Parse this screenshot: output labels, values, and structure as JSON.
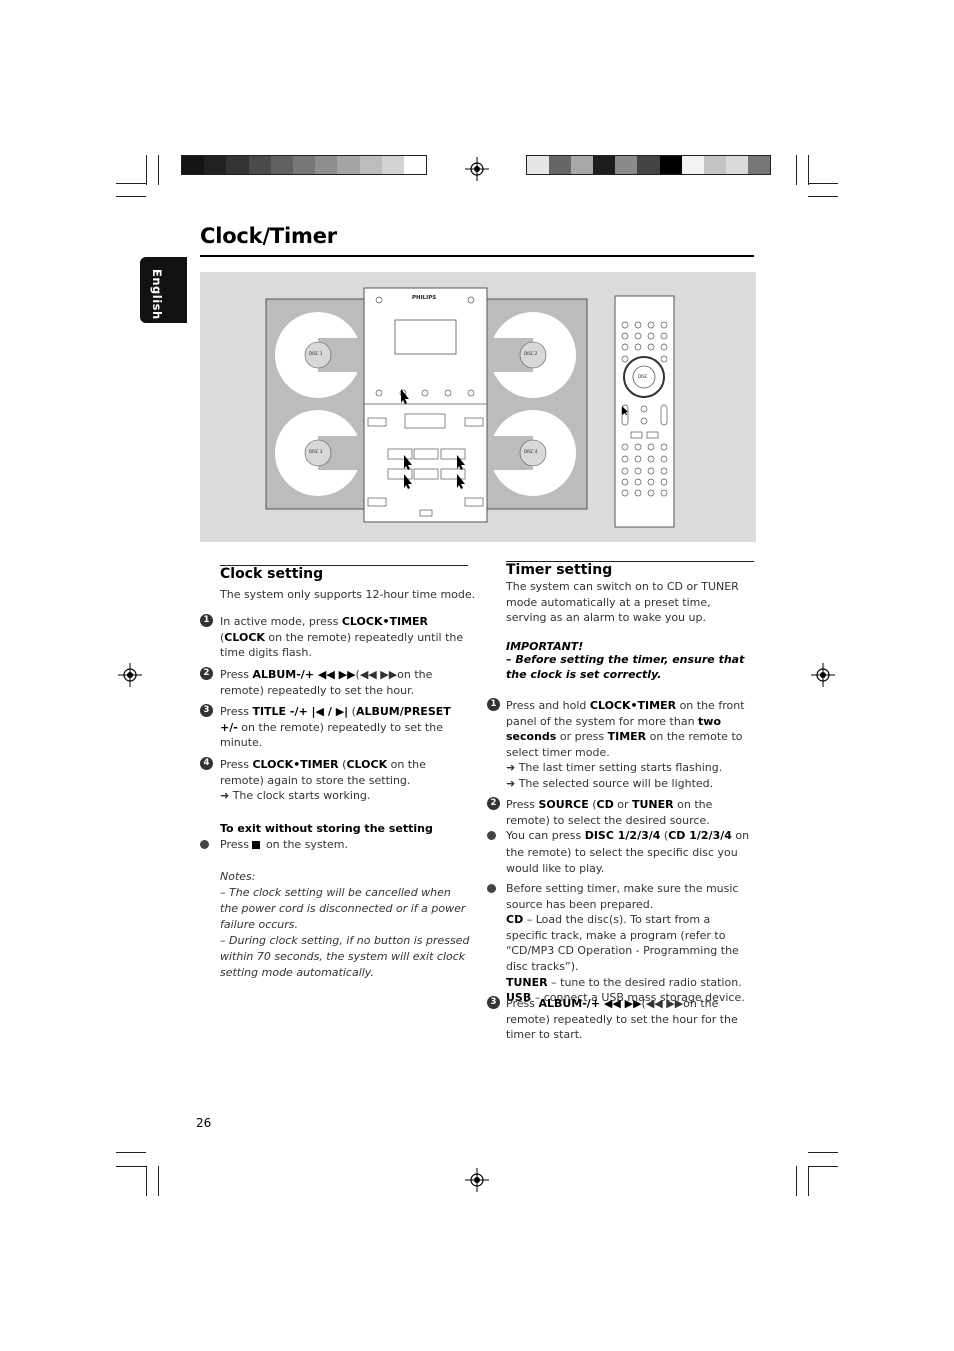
{
  "page": {
    "title": "Clock/Timer",
    "side_tab": "English",
    "page_number": "26"
  },
  "illustration": {
    "brand": "PHILIPS",
    "disc_labels": [
      "DISC 1",
      "DISC 2",
      "DISC 3",
      "DISC 4"
    ],
    "remote_center": "DISC"
  },
  "clock_setting": {
    "heading": "Clock setting",
    "intro": "The system only supports 12-hour time mode.",
    "steps": [
      {
        "num": "1",
        "a": "In active mode, press ",
        "b1": "CLOCK•TIMER",
        "c": " (",
        "b2": "CLOCK",
        "d": "  on the remote) repeatedly until the time digits flash."
      },
      {
        "num": "2",
        "a": "Press ",
        "b1": "ALBUM-/+ ◀◀   ▶▶",
        "c": "(◀◀   ▶▶on the remote) repeatedly to set the hour."
      },
      {
        "num": "3",
        "a": "Press ",
        "b1": "TITLE -/+ |◀ / ▶|",
        "c": " (",
        "b2": "ALBUM/PRESET +/-",
        "d": "  on the remote) repeatedly to set the minute."
      },
      {
        "num": "4",
        "a": "Press ",
        "b1": "CLOCK•TIMER",
        "c": " (",
        "b2": "CLOCK",
        "d": "  on the remote) again to store the setting.",
        "result": "➜ The clock starts working."
      }
    ],
    "exit_heading": "To exit without storing the setting",
    "exit_a": "Press ",
    "exit_b": " on the system.",
    "notes_label": "Notes:",
    "note1": "–  The clock setting will be cancelled when the power cord is disconnected or if a power failure occurs.",
    "note2": "–  During clock setting, if no button is pressed within 70 seconds, the system will exit clock setting mode automatically."
  },
  "timer_setting": {
    "heading": "Timer setting",
    "intro": "The system can switch on to CD or TUNER mode automatically at a preset time, serving as an alarm to wake you up.",
    "important": "IMPORTANT!",
    "important_text": "–  Before setting the timer, ensure that the clock is set correctly.",
    "step1": {
      "num": "1",
      "a": "Press and hold ",
      "b1": "CLOCK•TIMER",
      "c": " on the front panel of the system for more than ",
      "b2": "two seconds",
      "d": " or press ",
      "b3": "TIMER",
      "e": " on the remote to select timer mode.",
      "r1": "➜ The last timer setting starts flashing.",
      "r2": "➜ The selected source will be lighted."
    },
    "step2": {
      "num": "2",
      "a": "Press ",
      "b1": "SOURCE",
      "c": " (",
      "b2": "CD",
      "d": " or ",
      "b3": "TUNER",
      "e": " on the remote) to select the desired source."
    },
    "bullet1": {
      "a": "You can press ",
      "b1": "DISC 1/2/3/4",
      "c": " (",
      "b2": "CD 1/2/3/4",
      "d": " on the remote) to select the specific disc you would like to play."
    },
    "bullet2": {
      "a": "Before setting timer, make sure the music source has been prepared.",
      "cd_b": "CD",
      "cd_t": " – Load the disc(s). To start from a specific track, make a program (refer to “CD/MP3 CD Operation - Programming the disc tracks”).",
      "tuner_b": "TUNER",
      "tuner_t": " – tune to the desired radio station.",
      "usb_b": "USB",
      "usb_t": " – connect a USB mass storage device."
    },
    "step3": {
      "num": "3",
      "a": "Press ",
      "b1": "ALBUM-/+ ◀◀   ▶▶",
      "c": "(◀◀   ▶▶on the remote) repeatedly to set the hour for the timer to start."
    }
  }
}
